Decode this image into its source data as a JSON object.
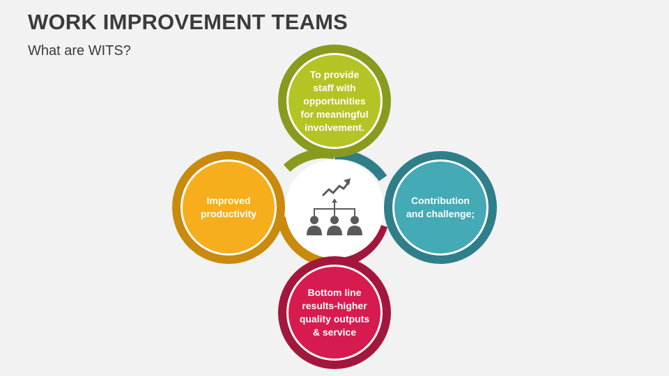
{
  "header": {
    "title": "WORK IMPROVEMENT TEAMS",
    "subtitle": "What are WITS?"
  },
  "center": {
    "icon": "team-growth-icon"
  },
  "nodes": [
    {
      "id": "top",
      "label": "To provide\nstaff with\nopportunities\nfor meaningful\ninvolvement.",
      "ring_color": "#8a9a1e",
      "fill_color": "#b5c425"
    },
    {
      "id": "left",
      "label": "Improved\nproductivity",
      "ring_color": "#c98a0d",
      "fill_color": "#f6ae1c"
    },
    {
      "id": "right",
      "label": "Contribution\nand challenge;",
      "ring_color": "#2e7f8a",
      "fill_color": "#44aab5"
    },
    {
      "id": "bottom",
      "label": "Bottom line\nresults-higher\nquality outputs\n& service",
      "ring_color": "#a3173d",
      "fill_color": "#d81b4e"
    }
  ]
}
